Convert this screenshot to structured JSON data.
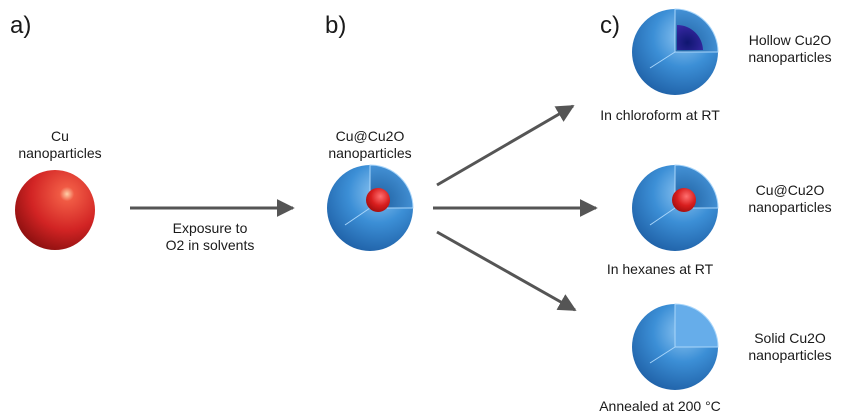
{
  "panels": {
    "a": "a)",
    "b": "b)",
    "c": "c)"
  },
  "particles": {
    "cu": {
      "line1": "Cu",
      "line2": "nanoparticles"
    },
    "core_shell_b": {
      "line1": "Cu@Cu2O",
      "line2": "nanoparticles"
    },
    "hollow": {
      "line1": "Hollow Cu2O",
      "line2": "nanoparticles"
    },
    "core_shell_c": {
      "line1": "Cu@Cu2O",
      "line2": "nanoparticles"
    },
    "solid": {
      "line1": "Solid Cu2O",
      "line2": "nanoparticles"
    }
  },
  "conditions": {
    "exposure": {
      "line1": "Exposure to",
      "line2": "O2 in solvents"
    },
    "chloroform": "In chloroform at RT",
    "hexanes": "In hexanes at RT",
    "annealed": "Annealed at 200 °C"
  },
  "colors": {
    "copper_red": "#d42a2a",
    "cu2o_blue": "#3d8fd6",
    "arrow_gray": "#555555"
  }
}
